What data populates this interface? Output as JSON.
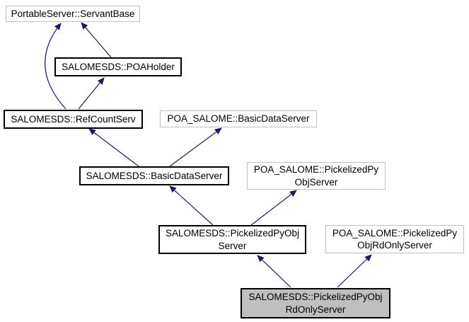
{
  "diagram": {
    "kind": "class-inheritance-graph",
    "colors": {
      "background": "#ffffff",
      "edge": "#191970",
      "documented_border": "#000000",
      "external_border": "#bfbfbf",
      "current_node_fill": "#bfbfbf",
      "text": "#000000"
    },
    "nodes": [
      {
        "id": "servant-base",
        "label": "PortableServer::ServantBase",
        "style": "external"
      },
      {
        "id": "poa-holder",
        "label": "SALOMESDS::POAHolder",
        "style": "documented"
      },
      {
        "id": "ref-count-serv",
        "label": "SALOMESDS::RefCountServ",
        "style": "documented"
      },
      {
        "id": "poa-basic-data",
        "label": "POA_SALOME::BasicDataServer",
        "style": "external"
      },
      {
        "id": "basic-data",
        "label": "SALOMESDS::BasicDataServer",
        "style": "documented"
      },
      {
        "id": "poa-pickelized",
        "label": "POA_SALOME::PickelizedPy\nObjServer",
        "style": "external"
      },
      {
        "id": "pickelized",
        "label": "SALOMESDS::PickelizedPyObj\nServer",
        "style": "documented"
      },
      {
        "id": "poa-pick-rdonly",
        "label": "POA_SALOME::PickelizedPy\nObjRdOnlyServer",
        "style": "external"
      },
      {
        "id": "pick-rdonly",
        "label": "SALOMESDS::PickelizedPyObj\nRdOnlyServer",
        "style": "current"
      }
    ],
    "edges": [
      {
        "from": "poa-holder",
        "to": "servant-base"
      },
      {
        "from": "ref-count-serv",
        "to": "servant-base"
      },
      {
        "from": "ref-count-serv",
        "to": "poa-holder"
      },
      {
        "from": "basic-data",
        "to": "ref-count-serv"
      },
      {
        "from": "basic-data",
        "to": "poa-basic-data"
      },
      {
        "from": "pickelized",
        "to": "basic-data"
      },
      {
        "from": "pickelized",
        "to": "poa-pickelized"
      },
      {
        "from": "pick-rdonly",
        "to": "pickelized"
      },
      {
        "from": "pick-rdonly",
        "to": "poa-pick-rdonly"
      }
    ]
  }
}
